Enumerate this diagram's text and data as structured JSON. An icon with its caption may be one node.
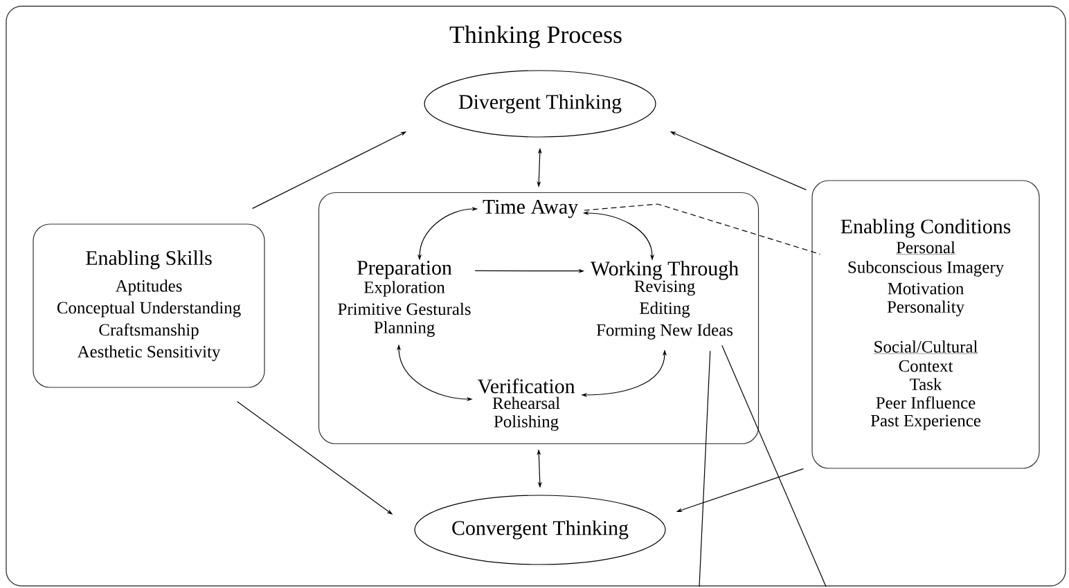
{
  "diagram": {
    "nodes": [
      {
        "text": [
          "Thinking Process"
        ]
      },
      {
        "text": [
          "Divergent Thinking"
        ],
        "in": 0
      },
      {
        "text": [
          "Enabling Skills",
          "Aptitudes",
          "Conceptual Understanding",
          "Craftsmanship",
          "Aesthetic Sensitivity"
        ],
        "in": 0
      },
      {
        "text": [],
        "shape": "box",
        "in": 0
      },
      {
        "text": [
          "Time Away"
        ],
        "in": 3
      },
      {
        "text": [
          "Preparation",
          "Exploration",
          "Primitive Gesturals",
          "Planning"
        ],
        "in": 3
      },
      {
        "text": [
          "Working Through",
          "Revising",
          "Editing",
          "Forming New Ideas"
        ],
        "in": 3
      },
      {
        "text": [
          "Verification",
          "Rehearsal",
          "Polishing"
        ],
        "in": 3
      },
      {
        "text": [
          "Enabling Conditions",
          "Personal",
          "Subconscious Imagery",
          "Motivation",
          "Personality",
          "Social/Cultural",
          "Context",
          "Task",
          "Peer Influence",
          "Past Experience"
        ],
        "in": 0
      },
      {
        "text": [
          "Convergent Thinking"
        ],
        "in": 0
      }
    ],
    "edges": [
      {
        "from": 2,
        "to": 1,
        "arrow": "to"
      },
      {
        "from": 2,
        "to": 9,
        "arrow": "to"
      },
      {
        "from": 8,
        "to": 1,
        "arrow": "to"
      },
      {
        "from": 8,
        "to": 9,
        "arrow": "to"
      },
      {
        "from": 1,
        "to": 3,
        "arrow": "both"
      },
      {
        "from": 3,
        "to": 9,
        "arrow": "both"
      },
      {
        "from": 4,
        "to": 5,
        "arrow": "both"
      },
      {
        "from": 4,
        "to": 6,
        "arrow": "both"
      },
      {
        "from": 5,
        "to": 6,
        "arrow": "to"
      },
      {
        "from": 5,
        "to": 7,
        "arrow": "both"
      },
      {
        "from": 6,
        "to": 7,
        "arrow": "both"
      },
      {
        "from": 4,
        "to": 8,
        "arrow": "none",
        "style": "dashed"
      },
      {
        "from": 6,
        "to": null,
        "arrow": "none"
      },
      {
        "from": 6,
        "to": null,
        "arrow": "none"
      }
    ]
  }
}
